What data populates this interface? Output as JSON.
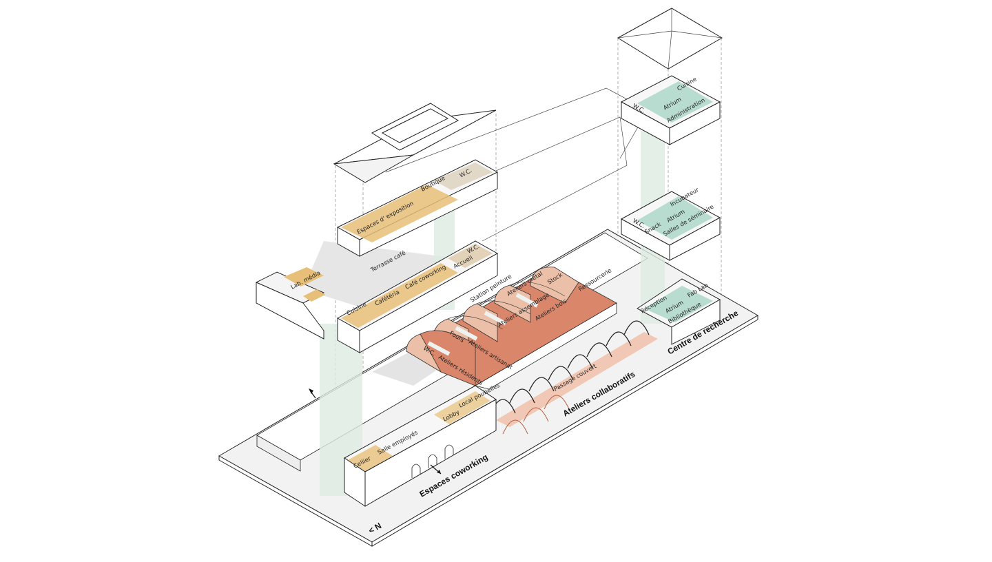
{
  "colors": {
    "coworking": "#e7bf78",
    "ateliers": "#d9866a",
    "ateliers_light": "#ebbfa8",
    "recherche": "#a8d4c4",
    "shadow": "#dcdcdc"
  },
  "buildings": {
    "coworking": "Espaces coworking",
    "ateliers": "Ateliers collaboratifs",
    "recherche": "Centre de recherche"
  },
  "north_label": "< N",
  "coworking_upper": [
    "Espaces d' exposition",
    "Boutique",
    "W.C."
  ],
  "coworking_lower": [
    "Cuisine",
    "Cafétéria",
    "Café coworking",
    "Accueil",
    "W.C."
  ],
  "terrace": "Terrasse café",
  "lab": "Lab. média",
  "coworking_ground": [
    "Cellier",
    "Salle employés",
    "Lobby",
    "Local poubelles"
  ],
  "ateliers_rooms": [
    "W.C.",
    "Ateliers résidents",
    "Fours",
    "Ateliers artisanat",
    "Station peinture",
    "Ateliers assemblage",
    "Ateliers métal",
    "Ateliers bois",
    "Stock",
    "Ressourcerie",
    "Passage couvert"
  ],
  "recherche_top": [
    "W.C.",
    "Cuisine",
    "Atrium",
    "Administration"
  ],
  "recherche_mid": [
    "W.C.",
    "Incubateur",
    "Snack",
    "Atrium",
    "Salles de séminaire"
  ],
  "recherche_ground": [
    "Réception",
    "Fab Lab",
    "Atrium",
    "Bibliothèque"
  ]
}
